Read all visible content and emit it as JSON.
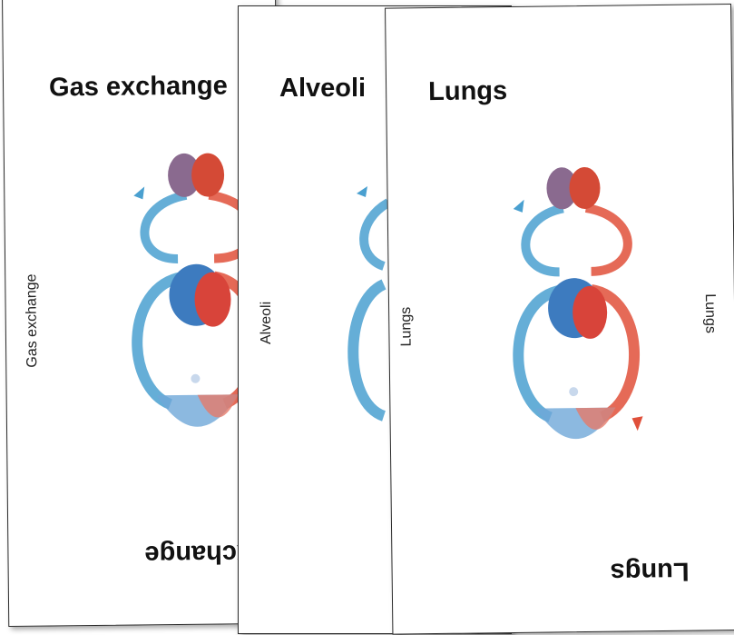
{
  "cards": [
    {
      "title": "Gas exchange",
      "side_label": "Gas exchange",
      "bottom_label": "xchange"
    },
    {
      "title": "Alveoli",
      "side_label": "Alveoli"
    },
    {
      "title": "Lungs",
      "side_label_left": "Lungs",
      "side_label_right": "Lungs",
      "bottom_label": "Lungs"
    }
  ],
  "colors": {
    "oxygenated": "#e0503a",
    "deoxygenated": "#4aa0d0",
    "card_border": "#2a2a2a"
  },
  "icons": [
    "lungs-icon",
    "heart-icon",
    "capillary-network-icon",
    "human-figure-icon",
    "flow-arrow-icon"
  ]
}
